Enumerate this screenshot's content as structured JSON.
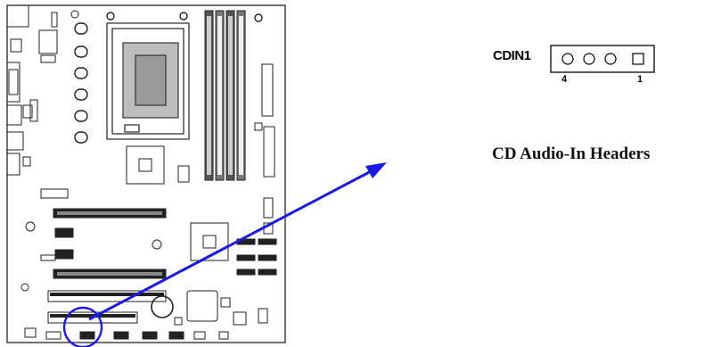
{
  "header": {
    "name": "CDIN1",
    "pin_left": "4",
    "pin_right": "1",
    "pin_count": 4
  },
  "caption": "CD Audio-In Headers",
  "colors": {
    "arrow": "#1a1ae6",
    "board_outline": "#222222",
    "slot_fill": "#222222"
  }
}
